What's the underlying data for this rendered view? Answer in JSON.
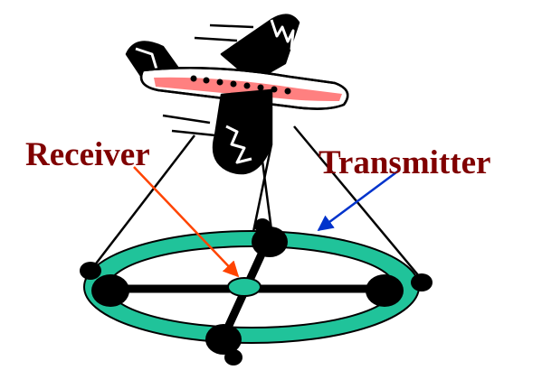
{
  "labels": {
    "receiver": "Receiver",
    "transmitter": "Transmitter"
  },
  "colors": {
    "label_text": "#800000",
    "ring_fill": "#20c39a",
    "fuselage_stripe": "#ff8080",
    "receiver_arrow": "#ff4400",
    "transmitter_arrow": "#0033cc",
    "outline": "#000000"
  },
  "icons": {
    "airplane": "airplane-icon",
    "ring": "antenna-ring",
    "receiver_pad": "receiver-pad"
  }
}
